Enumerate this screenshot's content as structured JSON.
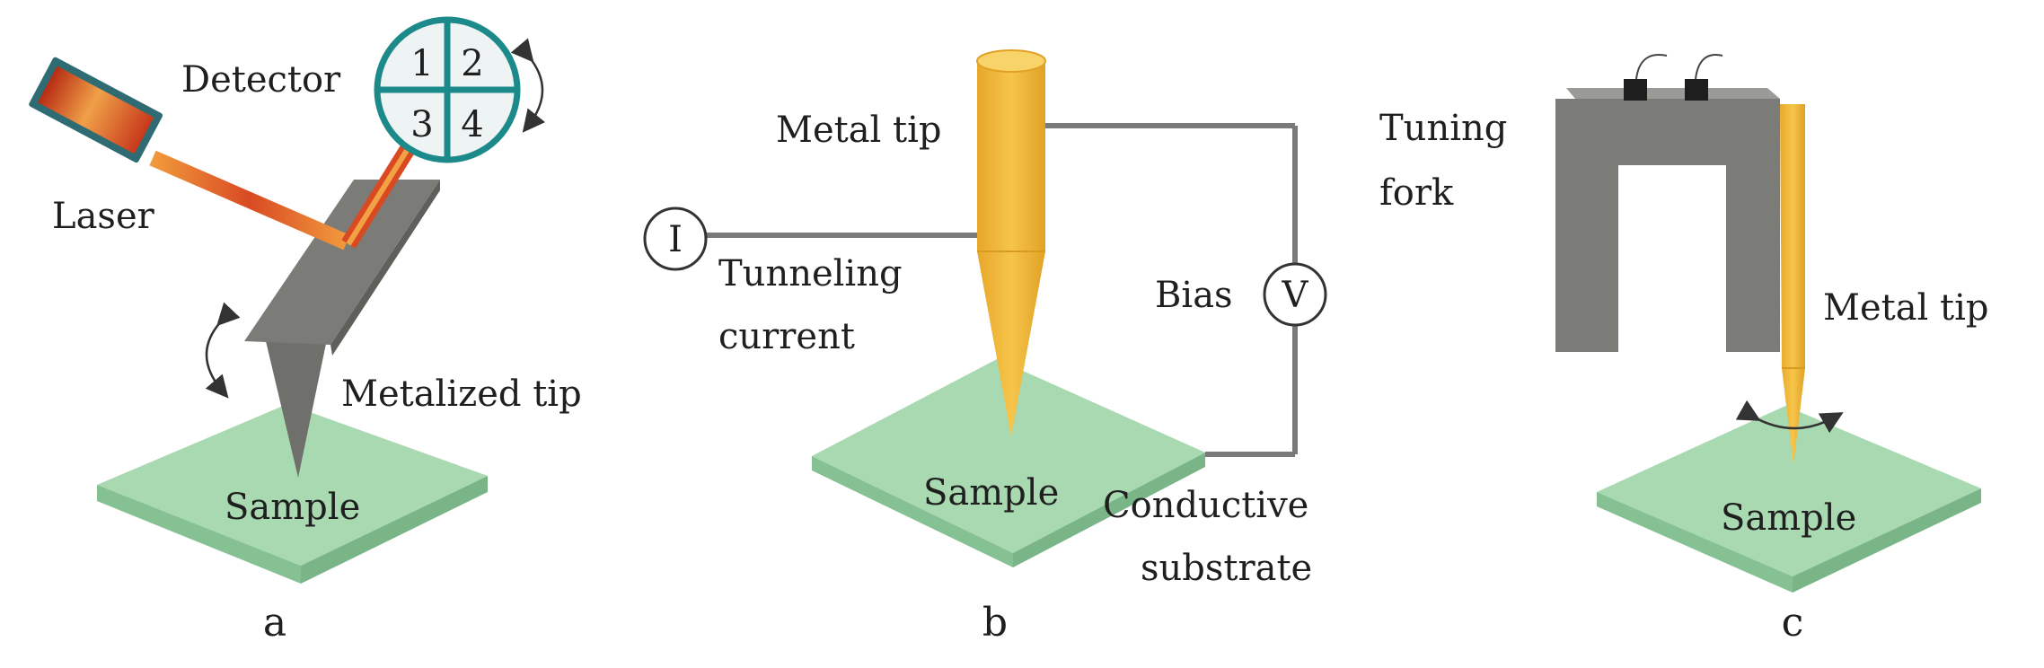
{
  "colors": {
    "sample_top": "#a9d9b1",
    "sample_side": "#86c193",
    "metal": "#f2b93a",
    "metal_dark": "#d89b1f",
    "cantilever": "#7b7b78",
    "wire": "#7a7a7a",
    "detector": "#1c8a8a",
    "laser_beam": "#d94a23",
    "laser_body": "#c7381b"
  },
  "panel_a": {
    "label": "a",
    "detector_label": "Detector",
    "quadrants": [
      "1",
      "2",
      "3",
      "4"
    ],
    "laser_label": "Laser",
    "tip_label": "Metalized tip",
    "sample_label": "Sample"
  },
  "panel_b": {
    "label": "b",
    "tip_label": "Metal tip",
    "current_symbol": "I",
    "current_label_line1": "Tunneling",
    "current_label_line2": "current",
    "bias_label": "Bias",
    "voltage_symbol": "V",
    "sample_label": "Sample",
    "substrate_label_line1": "Conductive",
    "substrate_label_line2": "substrate"
  },
  "panel_c": {
    "label": "c",
    "fork_label_line1": "Tuning",
    "fork_label_line2": "fork",
    "tip_label": "Metal tip",
    "sample_label": "Sample"
  }
}
